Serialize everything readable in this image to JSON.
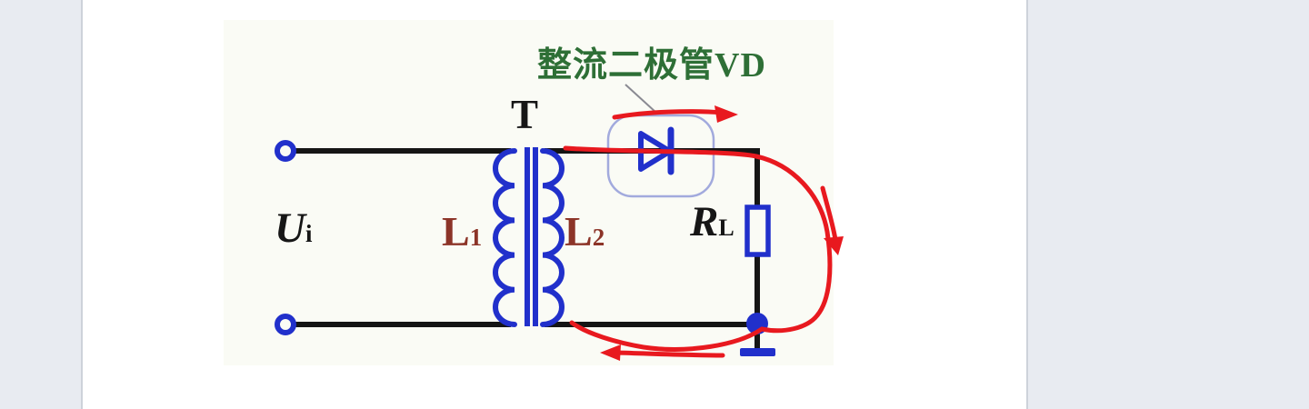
{
  "colors": {
    "page_bg": "#e8ebf1",
    "panel_bg": "#ffffff",
    "panel_border": "#cdd2da",
    "image_bg": "#fafbf5",
    "circuit_blue": "#2130cb",
    "wire_black": "#151515",
    "annotation_red": "#e8191f",
    "title_green": "#2e6f36",
    "winding_label_red": "#8c3428",
    "diode_box_border": "#a2aadd",
    "callout_gray": "#8a8a92",
    "label_black": "#161616"
  },
  "diagram": {
    "annotation_title": "整流二极管VD",
    "transformer_label": "T",
    "input_label": {
      "main": "U",
      "sub": "i"
    },
    "primary_winding_label": {
      "main": "L",
      "sub": "1"
    },
    "secondary_winding_label": {
      "main": "L",
      "sub": "2"
    },
    "load_resistor_label": {
      "main": "R",
      "sub": "L"
    },
    "icons": [
      "diode-icon",
      "diode-highlight-box",
      "transformer-core-icon",
      "primary-coil-icon",
      "secondary-coil-icon",
      "resistor-icon",
      "ground-icon",
      "input-terminal-icon",
      "junction-dot-icon",
      "current-flow-arrow-icon",
      "callout-line"
    ]
  }
}
